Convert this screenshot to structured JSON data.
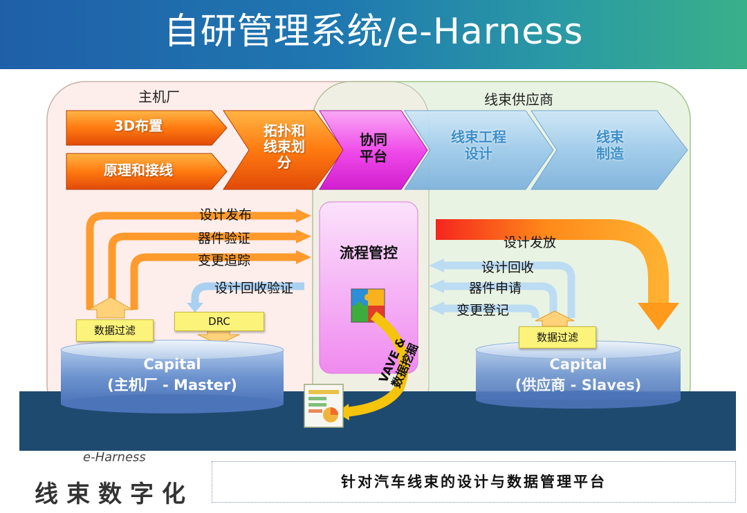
{
  "title": "自研管理系统/e-Harness",
  "regions": {
    "oem": "主机厂",
    "supplier": "线束供应商"
  },
  "flow": {
    "step_3d": "3D布置",
    "step_schematic": "原理和接线",
    "step_topology": "拓扑和\n线束划\n分",
    "step_collab": "协同\n平台",
    "step_eng_design": "线束工程\n设计",
    "step_manufacture": "线束\n制造"
  },
  "oem_side": {
    "arrows": [
      "设计发布",
      "器件验证",
      "变更追踪"
    ],
    "recall_verify": "设计回收验证",
    "drc": "DRC",
    "data_filter": "数据过滤"
  },
  "center": {
    "process_control": "流程管控",
    "vave_mining": "VAVE &\n数据挖掘"
  },
  "supplier_side": {
    "release": "设计发放",
    "arrows": [
      "设计回收",
      "器件申请",
      "变更登记"
    ],
    "data_filter": "数据过滤"
  },
  "databases": {
    "master": "Capital\n(主机厂 - Master)",
    "slaves": "Capital\n(供应商 - Slaves)"
  },
  "footer": {
    "brand": "e-Harness",
    "slogan": "线束数字化",
    "description": "针对汽车线束的设计与数据管理平台"
  }
}
